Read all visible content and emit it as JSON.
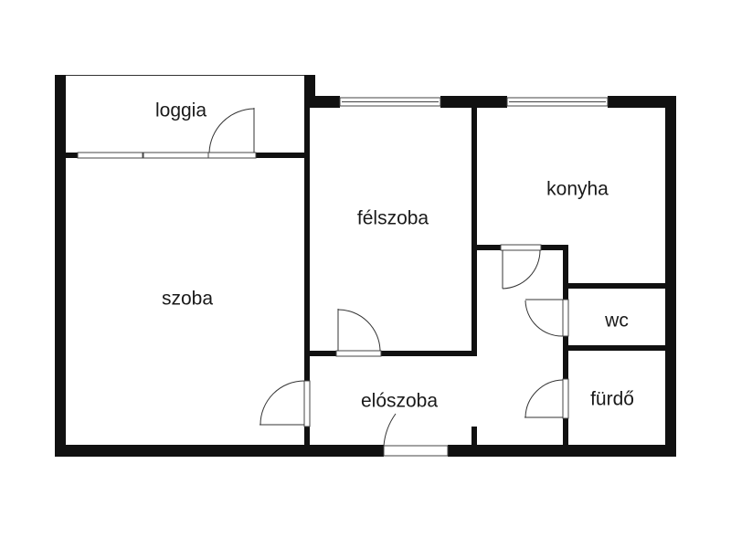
{
  "rooms": {
    "loggia": "loggia",
    "felszoba": "félszoba",
    "konyha": "konyha",
    "szoba": "szoba",
    "wc": "wc",
    "furdo": "fürdő",
    "eloszoba": "elószoba"
  },
  "colors": {
    "wall": "#111111",
    "background": "#ffffff"
  }
}
